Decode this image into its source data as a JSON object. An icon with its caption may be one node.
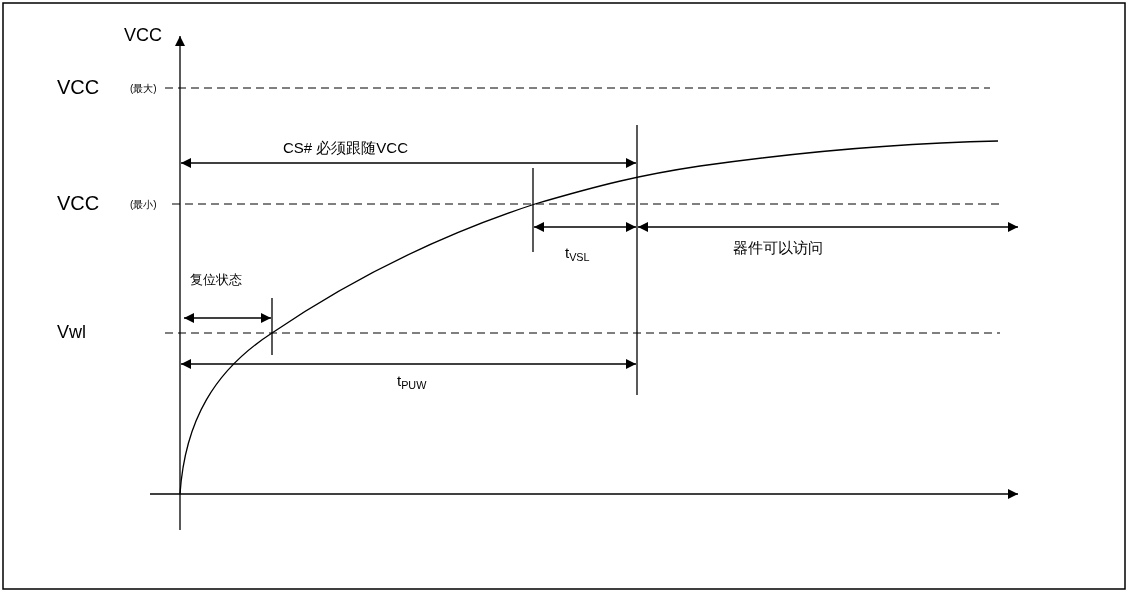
{
  "diagram": {
    "labels": [
      "VCC",
      "VCC",
      "(最大)",
      "CS# 必须跟随VCC",
      "VCC",
      "(最小)",
      "器件可以访问",
      "t$_{VSL}$",
      "复位状态",
      "Vwl",
      "t$_{PUW}$"
    ]
  }
}
